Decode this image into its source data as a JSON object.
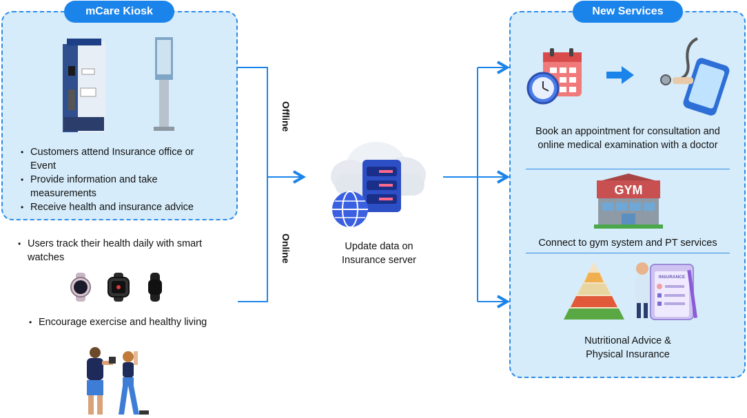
{
  "kiosk": {
    "title": "mCare Kiosk",
    "bullets": [
      "Customers attend Insurance office or Event",
      "Provide information and take measurements",
      "Receive health and insurance advice"
    ]
  },
  "online_section": {
    "bullet_watch": "Users track their health daily with smart watches",
    "bullet_exercise": "Encourage exercise and healthy living"
  },
  "channels": {
    "offline": "Offline",
    "online": "Online"
  },
  "server": {
    "label": "Update data on Insurance server"
  },
  "services": {
    "title": "New Services",
    "items": [
      "Book an appointment for consultation and online medical examination with a doctor",
      "Connect to gym system and PT services",
      "Nutritional Advice & Physical Insurance"
    ],
    "gym_sign": "GYM",
    "insurance_sign": "INSURANCE"
  },
  "colors": {
    "accent": "#1b84ea",
    "panel": "#d6ecfa",
    "arrow": "#1b84ea"
  }
}
